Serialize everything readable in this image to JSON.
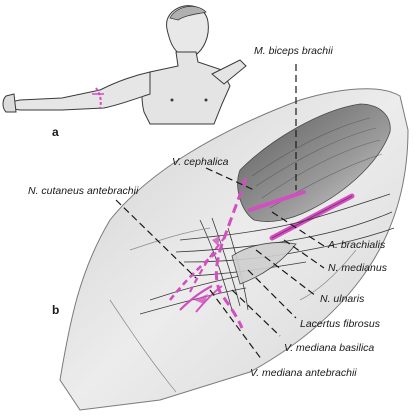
{
  "colors": {
    "accent": "#d24fc0",
    "skin": "#e6e6e6",
    "shade": "#9a9a9a",
    "line": "#3a3a3a"
  },
  "panels": {
    "a": "a",
    "b": "b"
  },
  "labels": {
    "biceps": "M. biceps brachii",
    "cephalica": "V. cephalica",
    "cutaneus": "N. cutaneus antebrachii",
    "brachialis": "A. brachialis",
    "medianus": "N. medianus",
    "ulnaris": "N. ulnaris",
    "lacertus": "Lacertus fibrosus",
    "basilica": "V. mediana basilica",
    "antebrachii": "V. mediana antebrachii"
  }
}
